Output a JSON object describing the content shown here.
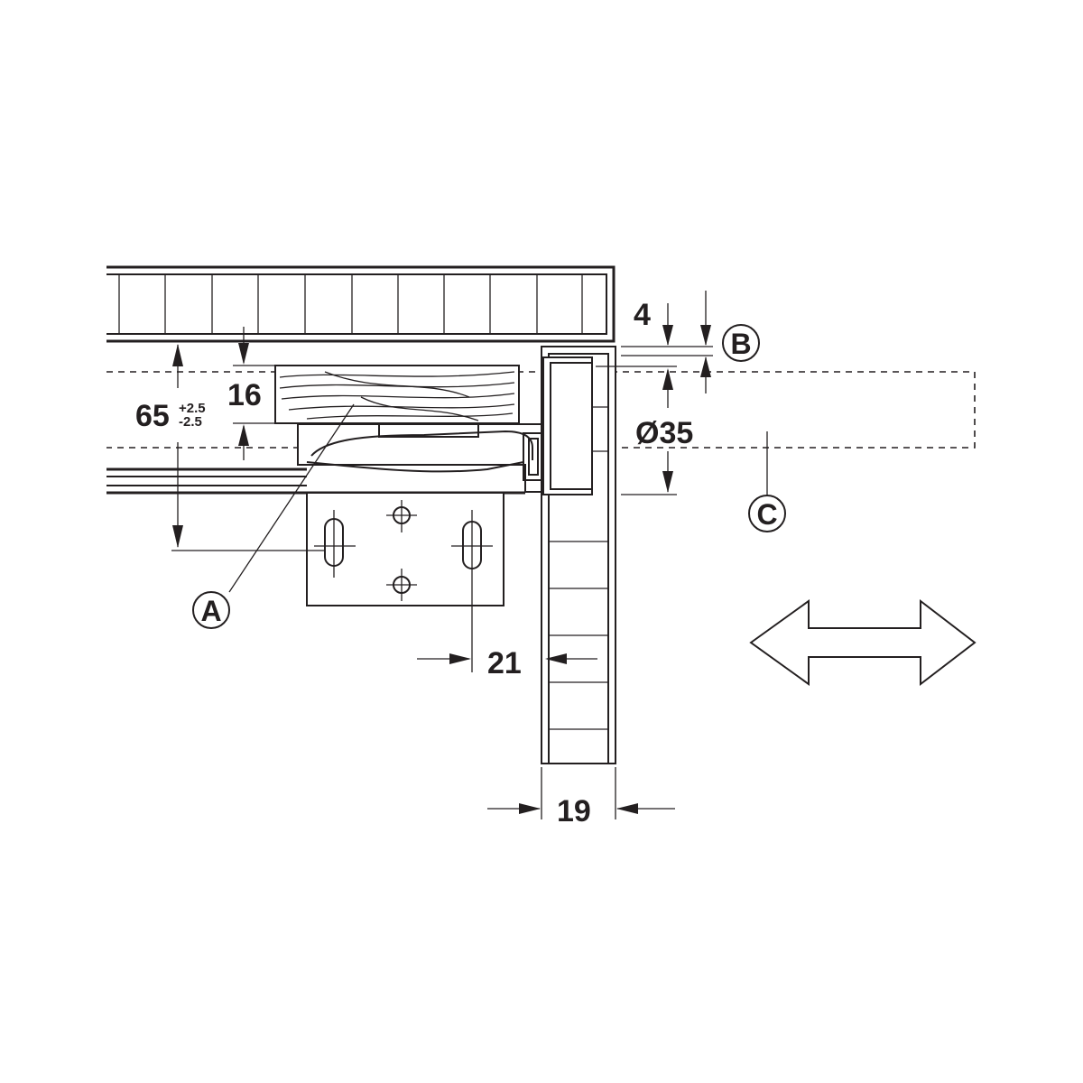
{
  "dimensions": {
    "height_total": "65",
    "height_tol_plus": "+2.5",
    "height_tol_minus": "-2.5",
    "panel_thickness": "16",
    "offset_top": "4",
    "bore_diameter": "Ø35",
    "bore_distance": "21",
    "door_thickness": "19"
  },
  "callouts": {
    "a": "A",
    "b": "B",
    "c": "C"
  },
  "icons": {
    "motion": "double-arrow-icon"
  },
  "colors": {
    "line": "#231f20",
    "background": "#ffffff"
  }
}
